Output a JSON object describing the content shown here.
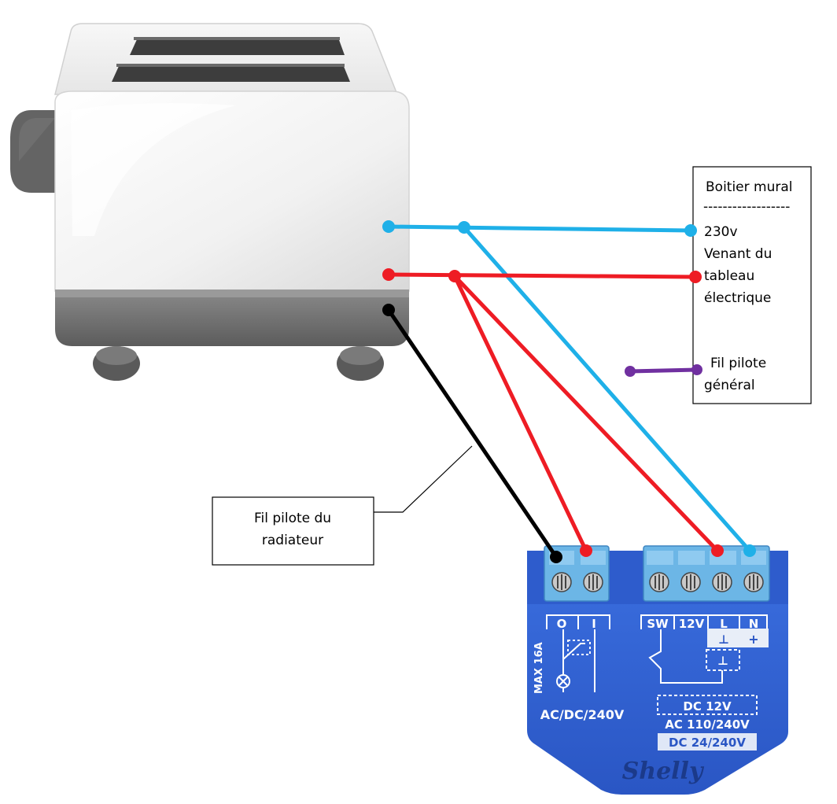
{
  "wall_box": {
    "title": "Boitier mural",
    "separator": "------------------",
    "supply_lines": [
      "230v",
      "Venant du",
      "tableau",
      "électrique"
    ],
    "pilot_lines": [
      "Fil pilote",
      "général"
    ]
  },
  "callout": {
    "lines": [
      "Fil pilote du",
      "radiateur"
    ]
  },
  "relay": {
    "brand": "Shelly",
    "labels": {
      "o": "O",
      "i": "I",
      "sw": "SW",
      "v12": "12V",
      "l": "L",
      "n": "N",
      "gnd": "⊥",
      "plus": "+",
      "gnd2": "⊥"
    },
    "max_rating": "MAX 16A",
    "output_rating": "AC/DC/240V",
    "input_ratings": [
      "DC 12V",
      "AC 110/240V",
      "DC 24/240V"
    ]
  },
  "colors": {
    "neutral": "#1fb0e8",
    "live": "#ee1c24",
    "pilot_radiator": "#000000",
    "pilot_general": "#7030a0",
    "relay_body": "#2f5fd0",
    "terminal": "#6cb6e6"
  },
  "icons": [
    "toaster-icon",
    "relay-icon"
  ]
}
